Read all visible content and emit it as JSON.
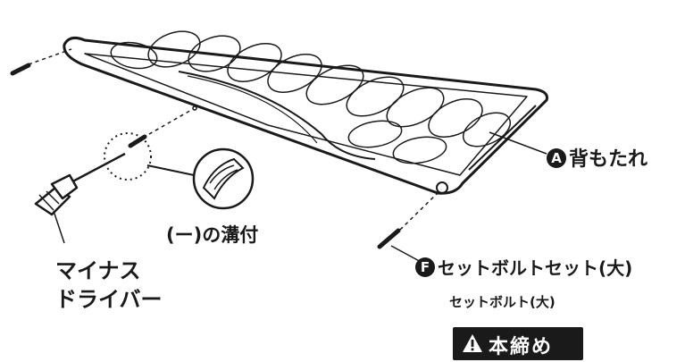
{
  "labels": {
    "backrest_badge": "A",
    "backrest": "背もたれ",
    "groove": "(ー)の溝付",
    "driver_line1": "マイナス",
    "driver_line2": "ドライバー",
    "bolt_badge": "F",
    "bolt": "セットボルトセット(大)",
    "bolt_small": "セットボルト(大)",
    "caution": "本締め"
  },
  "colors": {
    "ink": "#1a1a1a",
    "background": "#ffffff"
  },
  "icons": [
    "warning-triangle-icon",
    "screwdriver-icon",
    "bolt-icon"
  ]
}
